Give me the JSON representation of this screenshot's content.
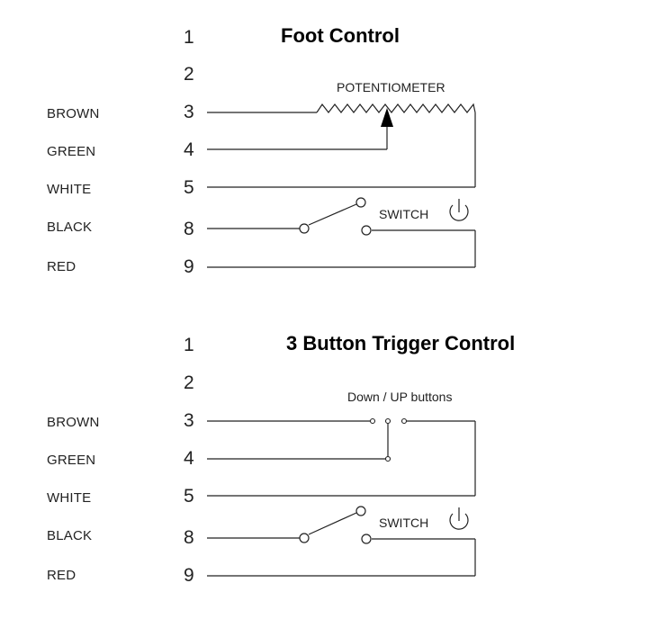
{
  "diagrams": [
    {
      "title": "Foot Control",
      "component_label": "POTENTIOMETER",
      "switch_label": "SWITCH",
      "rows": [
        {
          "pin": "1",
          "wire": ""
        },
        {
          "pin": "2",
          "wire": ""
        },
        {
          "pin": "3",
          "wire": "BROWN"
        },
        {
          "pin": "4",
          "wire": "GREEN"
        },
        {
          "pin": "5",
          "wire": "WHITE"
        },
        {
          "pin": "8",
          "wire": "BLACK"
        },
        {
          "pin": "9",
          "wire": "RED"
        }
      ]
    },
    {
      "title": "3 Button Trigger  Control",
      "component_label": "Down / UP  buttons",
      "switch_label": "SWITCH",
      "rows": [
        {
          "pin": "1",
          "wire": ""
        },
        {
          "pin": "2",
          "wire": ""
        },
        {
          "pin": "3",
          "wire": "BROWN"
        },
        {
          "pin": "4",
          "wire": "GREEN"
        },
        {
          "pin": "5",
          "wire": "WHITE"
        },
        {
          "pin": "8",
          "wire": "BLACK"
        },
        {
          "pin": "9",
          "wire": "RED"
        }
      ]
    }
  ],
  "icons": {
    "power": "power-icon"
  }
}
